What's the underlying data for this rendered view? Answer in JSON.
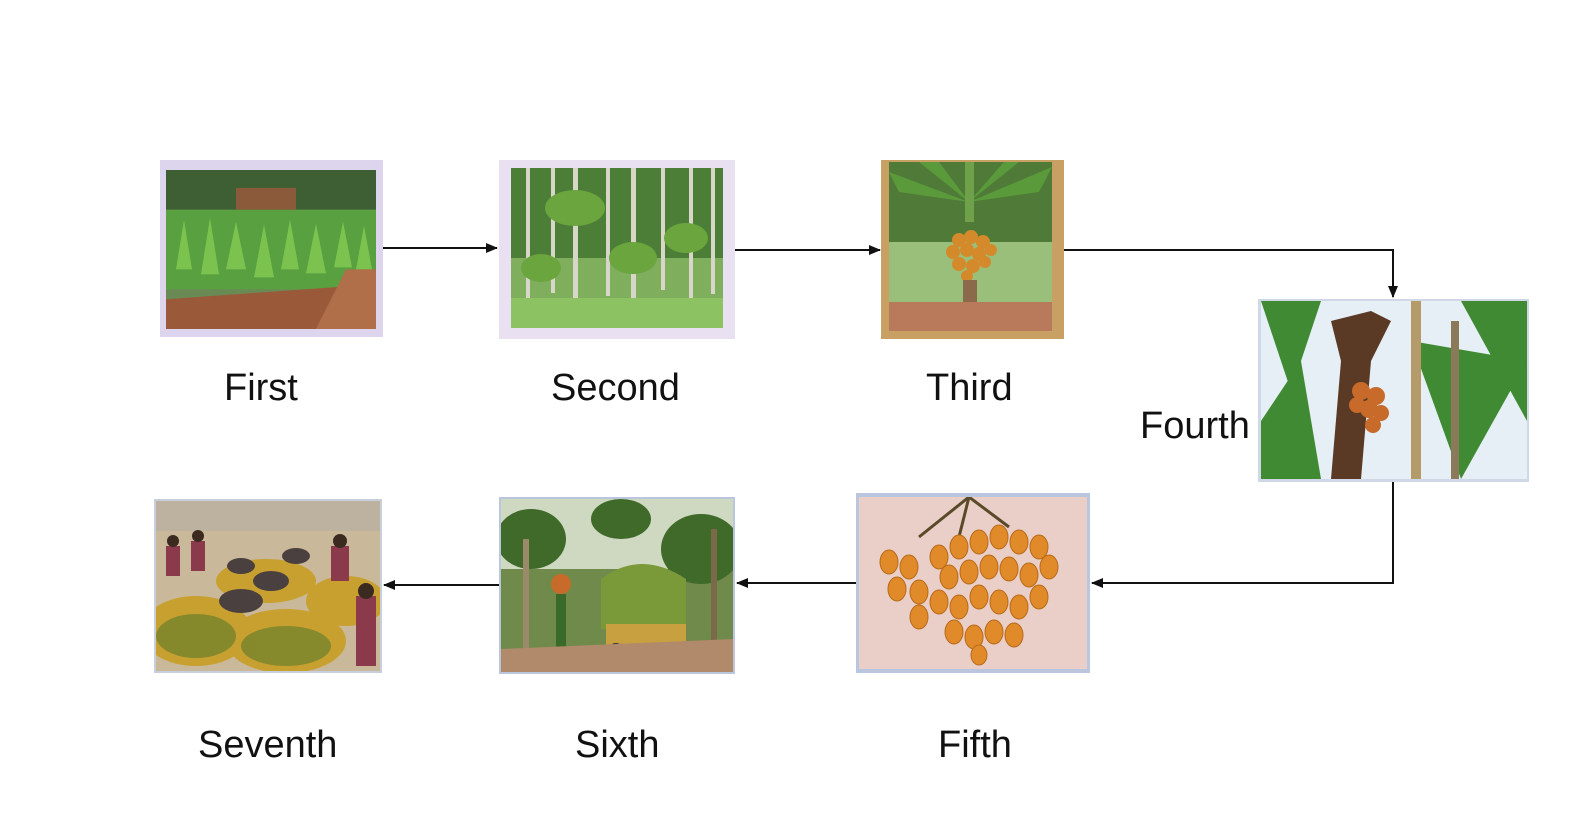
{
  "stages": [
    {
      "label": "First",
      "icon": "seedling-nursery-photo"
    },
    {
      "label": "Second",
      "icon": "young-palm-plantation-photo"
    },
    {
      "label": "Third",
      "icon": "palm-fruit-bunch-photo"
    },
    {
      "label": "Fourth",
      "icon": "climber-harvesting-photo"
    },
    {
      "label": "Fifth",
      "icon": "harvested-nut-bunch-photo"
    },
    {
      "label": "Sixth",
      "icon": "transport-cart-photo"
    },
    {
      "label": "Seventh",
      "icon": "processing-workers-photo"
    }
  ],
  "colors": {
    "arrow": "#111111",
    "frame_lavender": "#ddd5ee",
    "frame_tan": "#c9a063",
    "frame_blue": "#b9c6de",
    "foliage": "#4f8f2c",
    "soil": "#9a5a3a",
    "nut_orange": "#e08a2a"
  }
}
